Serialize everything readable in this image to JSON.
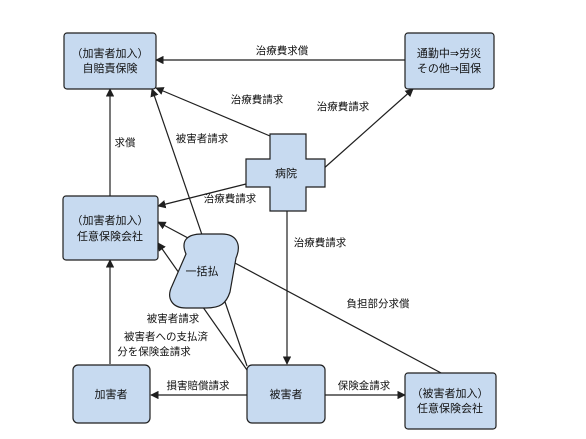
{
  "nodes": {
    "jibaiseki": {
      "line1": "（加害者加入）",
      "line2": "自賠責保険"
    },
    "rosai": {
      "line1": "通勤中⇒労災",
      "line2": "その他⇒国保"
    },
    "byoin": {
      "label": "病院"
    },
    "nini_kagai": {
      "line1": "（加害者加入）",
      "line2": "任意保険会社"
    },
    "ikkatsu": {
      "label": "一括払"
    },
    "kagaisha": {
      "label": "加害者"
    },
    "higaisha": {
      "label": "被害者"
    },
    "nini_higai": {
      "line1": "（被害者加入）",
      "line2": "任意保険会社"
    }
  },
  "edges": {
    "rosai_to_jibaiseki": "治療費求償",
    "byoin_to_jibaiseki": "治療費請求",
    "byoin_to_rosai": "治療費請求",
    "nini_to_jibaiseki": "求償",
    "higaisha_to_jibaiseki": "被害者請求",
    "byoin_to_nini": "治療費請求",
    "byoin_to_higaisha": "治療費請求",
    "nini_higai_to_nini": "負担部分求償",
    "higaisha_to_nini": "被害者請求",
    "kagaisha_to_nini_1": "被害者への支払済",
    "kagaisha_to_nini_2": "分を保険金請求",
    "higaisha_to_kagaisha": "損害賠償請求",
    "higaisha_to_nini_higai": "保険金請求"
  },
  "colors": {
    "box_fill": "#c7daf0",
    "box_stroke": "#1f1f1f",
    "line": "#1f1f1f"
  }
}
